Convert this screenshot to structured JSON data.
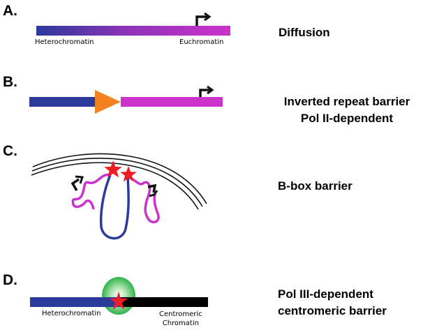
{
  "panels": {
    "a": {
      "label": "A.",
      "caption": "Diffusion",
      "left_label": "Heterochromatin",
      "right_label": "Euchromatin"
    },
    "b": {
      "label": "B.",
      "caption_line1": "Inverted repeat barrier",
      "caption_line2": "Pol II-dependent"
    },
    "c": {
      "label": "C.",
      "caption": "B-box barrier"
    },
    "d": {
      "label": "D.",
      "caption_line1": "Pol III-dependent",
      "caption_line2": "centromeric barrier",
      "left_label": "Heterochromatin",
      "right_label_line1": "Centromeric",
      "right_label_line2": "Chromatin"
    }
  },
  "colors": {
    "heterochromatin": "#2b3a9b",
    "euchromatin": "#cc33cc",
    "barrier_triangle": "#f58220",
    "star": "#ee1c25",
    "halo": "#2fb34a",
    "centromeric_chromatin": "#000000",
    "promoter_arrow": "#111111"
  },
  "icons": {
    "promoter": "bent-arrow-icon",
    "barrier": "triangle-icon",
    "tfiiic": "star-icon"
  }
}
